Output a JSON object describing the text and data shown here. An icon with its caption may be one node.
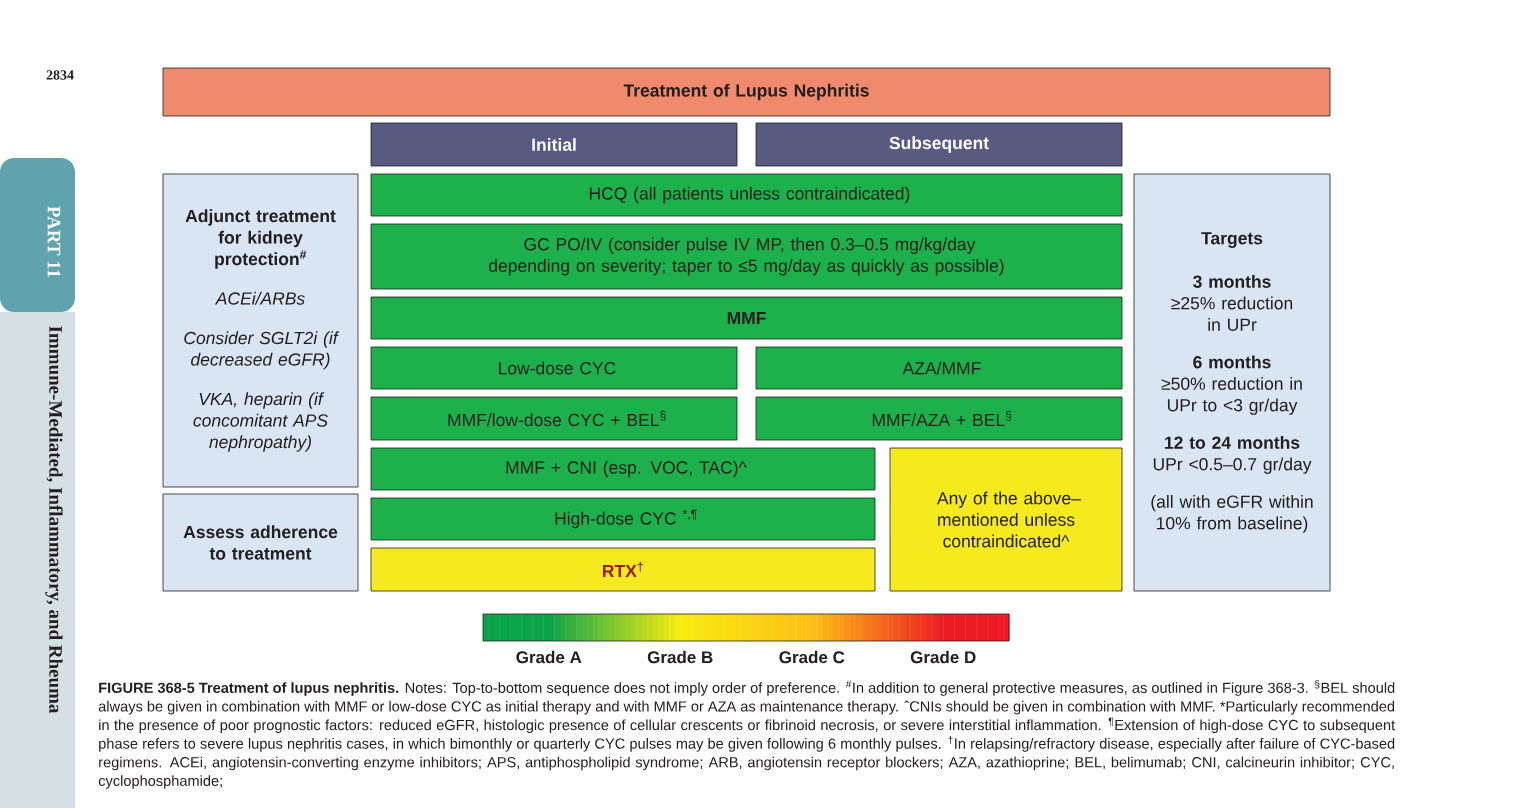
{
  "diagram": {
    "caption": "**FIGURE 368-5  Treatment of lupus nephritis.** Notes: Top-to-bottom sequence does not imply order of preference. $^{#}$In addition to general protective measures, as outlined in Figure 368-3. $^{§}$BEL should always be given in combination with MMF or low-dose CYC as initial therapy and with MMF or AZA as maintenance therapy. ˆCNIs should be given in combination with MMF. *Particularly recommended in the presence of poor prognostic factors: reduced eGFR, histologic presence of cellular crescents or fibrinoid necrosis, or severe interstitial inflammation. $^{¶}$Extension of high-dose CYC to subsequent phase refers to severe lupus nephritis cases, in which bimonthly or quarterly CYC pulses may be given following 6 monthly pulses. $^{†}$In relapsing/refractory disease, especially after failure of CYC-based regimens. ACEi, angiotensin-converting enzyme inhibitors; APS, antiphospholipid syndrome; ARB, angiotensin receptor blockers; AZA, azathioprine; BEL, belimumab; CNI, calcineurin inhibitor; CYC, cyclophosphamide;",
    "nodes": [
      {
        "text": [
          "Treatment of Lupus Nephritis"
        ]
      },
      {
        "text": [
          "Initial"
        ]
      },
      {
        "text": [
          "Subsequent"
        ]
      },
      {
        "text": [
          "Adjunct treatment for kidney protection$^{#}$",
          "ACEi/ARBs",
          "Consider SGLT2i (if decreased eGFR)",
          "VKA, heparin (if concomitant APS nephropathy)"
        ]
      },
      {
        "text": [
          "Assess adherence to treatment"
        ]
      },
      {
        "text": [
          "HCQ (all patients unless contraindicated)"
        ]
      },
      {
        "text": [
          "GC PO/IV (consider pulse IV MP, then 0.3–0.5 mg/kg/day depending on severity; taper to ≤5 mg/day as quickly as possible)"
        ]
      },
      {
        "text": [
          "MMF"
        ]
      },
      {
        "text": [
          "Low-dose CYC"
        ]
      },
      {
        "text": [
          "AZA/MMF"
        ]
      },
      {
        "text": [
          "MMF/low-dose CYC + BEL$^{§}$"
        ]
      },
      {
        "text": [
          "MMF/AZA + BEL$^{§}$"
        ]
      },
      {
        "text": [
          "MMF + CNI (esp. VOC, TAC)^"
        ]
      },
      {
        "text": [
          "High-dose CYC $^{*,¶}$"
        ]
      },
      {
        "text": [
          "RTX$^{†}$"
        ]
      },
      {
        "text": [
          "Any of the above–mentioned unless contraindicated^"
        ]
      },
      {
        "text": [
          "Targets",
          "3 months",
          "≥25% reduction in UPr",
          "6 months",
          "≥50% reduction in UPr to <3 gr/day",
          "12 to 24 months",
          "UPr <0.5–0.7 gr/day",
          "(all with eGFR within 10% from baseline)"
        ]
      }
    ],
    "labels": [
      "2834",
      "PART 11",
      "Immune-Mediated, Inflammatory, and Rheuma"
    ],
    "legend": [
      {
        "text": "Grade A",
        "color": "#0aa54a"
      },
      {
        "text": "Grade B",
        "color": "#f8ec10"
      },
      {
        "text": "Grade C",
        "color": "#fcc016"
      },
      {
        "text": "Grade D",
        "color": "#ed1c24"
      }
    ]
  }
}
